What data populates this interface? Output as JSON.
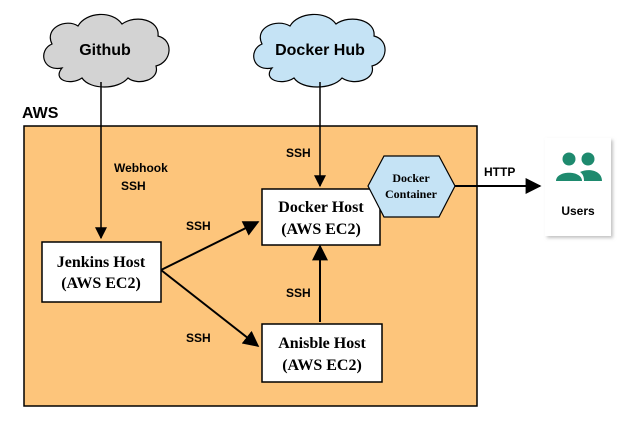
{
  "clouds": {
    "github": "Github",
    "dockerhub": "Docker Hub"
  },
  "region": {
    "label": "AWS"
  },
  "nodes": {
    "jenkins": {
      "line1": "Jenkins Host",
      "line2": "(AWS EC2)"
    },
    "docker": {
      "line1": "Docker Host",
      "line2": "(AWS EC2)"
    },
    "ansible": {
      "line1": "Anisble Host",
      "line2": "(AWS EC2)"
    },
    "container": {
      "line1": "Docker",
      "line2": "Container"
    },
    "users": {
      "label": "Users",
      "icon": "users-icon"
    }
  },
  "edges": {
    "github_jenkins_1": "Webhook",
    "github_jenkins_2": "SSH",
    "dockerhub_docker": "SSH",
    "jenkins_docker": "SSH",
    "jenkins_ansible": "SSH",
    "ansible_docker": "SSH",
    "container_users": "HTTP"
  },
  "colors": {
    "aws_fill": "#fdc57b",
    "github_cloud": "#d3d3d3",
    "dockerhub_cloud": "#c5e3f5",
    "container_fill": "#c5e3f5",
    "users_icon": "#1e8a6e"
  }
}
